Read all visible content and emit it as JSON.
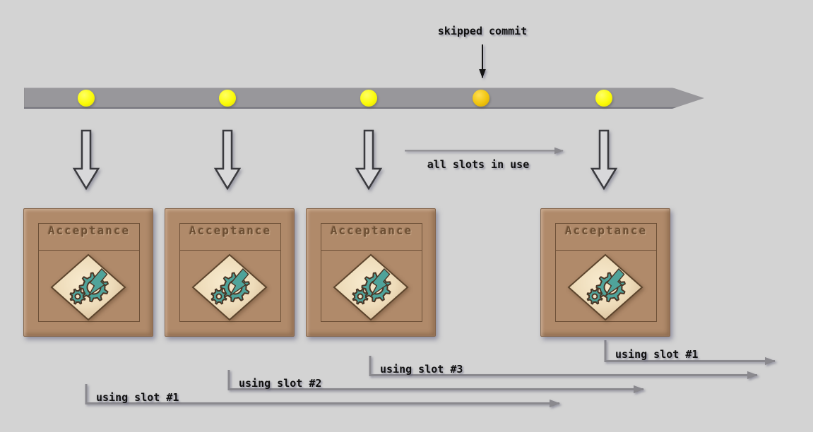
{
  "labels": {
    "skipped_commit": "skipped commit",
    "all_slots_in_use": "all slots in use"
  },
  "timeline": {
    "commits": [
      {
        "type": "normal"
      },
      {
        "type": "normal"
      },
      {
        "type": "normal"
      },
      {
        "type": "skipped"
      },
      {
        "type": "normal"
      }
    ]
  },
  "stages": [
    {
      "title": "Acceptance"
    },
    {
      "title": "Acceptance"
    },
    {
      "title": "Acceptance"
    },
    {
      "title": "Acceptance"
    }
  ],
  "slots": [
    {
      "label": "using slot #1"
    },
    {
      "label": "using slot #2"
    },
    {
      "label": "using slot #3"
    },
    {
      "label": "using slot #1"
    }
  ],
  "colors": {
    "background": "#d3d3d3",
    "timeline_bar": "#98979b",
    "commit_dot": "#fbfb08",
    "skipped_commit_dot": "#f0c40e",
    "box_fill": "#b08a6a",
    "box_border": "#85654a",
    "diamond_border": "#5d452d",
    "gear_teal": "#4fa39a",
    "gear_outline": "#4a3626",
    "icon_hole": "#f2e3c5",
    "connector_gray": "#8a898e",
    "label_black": "#111111",
    "stage_text": "#6d4f33",
    "arrow_outline_fill": "#d8d8da",
    "arrow_outline_stroke": "#3a3a3e"
  }
}
